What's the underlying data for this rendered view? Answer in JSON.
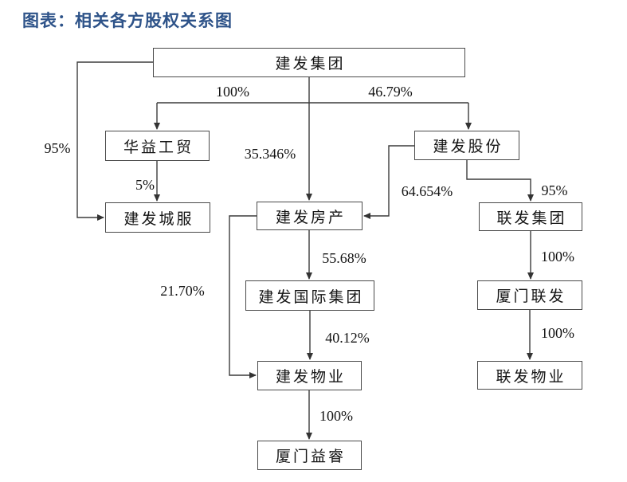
{
  "title": "图表：相关各方股权关系图",
  "colors": {
    "title_accent": "#2E5389",
    "line": "#3c3c3c",
    "box_border": "#4a4a4a",
    "text": "#141414",
    "background": "#ffffff"
  },
  "nodes": {
    "jianfa_jituan": "建发集团",
    "huayi_gongmao": "华益工贸",
    "jianfa_chengfu": "建发城服",
    "jianfa_fangchan": "建发房产",
    "jianfa_gufen": "建发股份",
    "lianfa_jituan": "联发集团",
    "jianfa_guoji_jituan": "建发国际集团",
    "xiamen_lianfa": "厦门联发",
    "jianfa_wuye": "建发物业",
    "lianfa_wuye": "联发物业",
    "xiamen_yirui": "厦门益睿"
  },
  "edges": [
    {
      "from": "建发集团",
      "to": "华益工贸",
      "label": "100%"
    },
    {
      "from": "建发集团",
      "to": "建发股份",
      "label": "46.79%"
    },
    {
      "from": "建发集团",
      "to": "建发城服",
      "label": "95%"
    },
    {
      "from": "华益工贸",
      "to": "建发城服",
      "label": "5%"
    },
    {
      "from": "建发集团",
      "to": "建发房产",
      "label": "35.346%"
    },
    {
      "from": "建发股份",
      "to": "建发房产",
      "label": "64.654%"
    },
    {
      "from": "建发股份",
      "to": "联发集团",
      "label": "95%"
    },
    {
      "from": "建发房产",
      "to": "建发国际集团",
      "label": "55.68%"
    },
    {
      "from": "建发房产",
      "to": "建发物业",
      "label": "21.70%"
    },
    {
      "from": "建发国际集团",
      "to": "建发物业",
      "label": "40.12%"
    },
    {
      "from": "建发物业",
      "to": "厦门益睿",
      "label": "100%"
    },
    {
      "from": "联发集团",
      "to": "厦门联发",
      "label": "100%"
    },
    {
      "from": "厦门联发",
      "to": "联发物业",
      "label": "100%"
    }
  ]
}
